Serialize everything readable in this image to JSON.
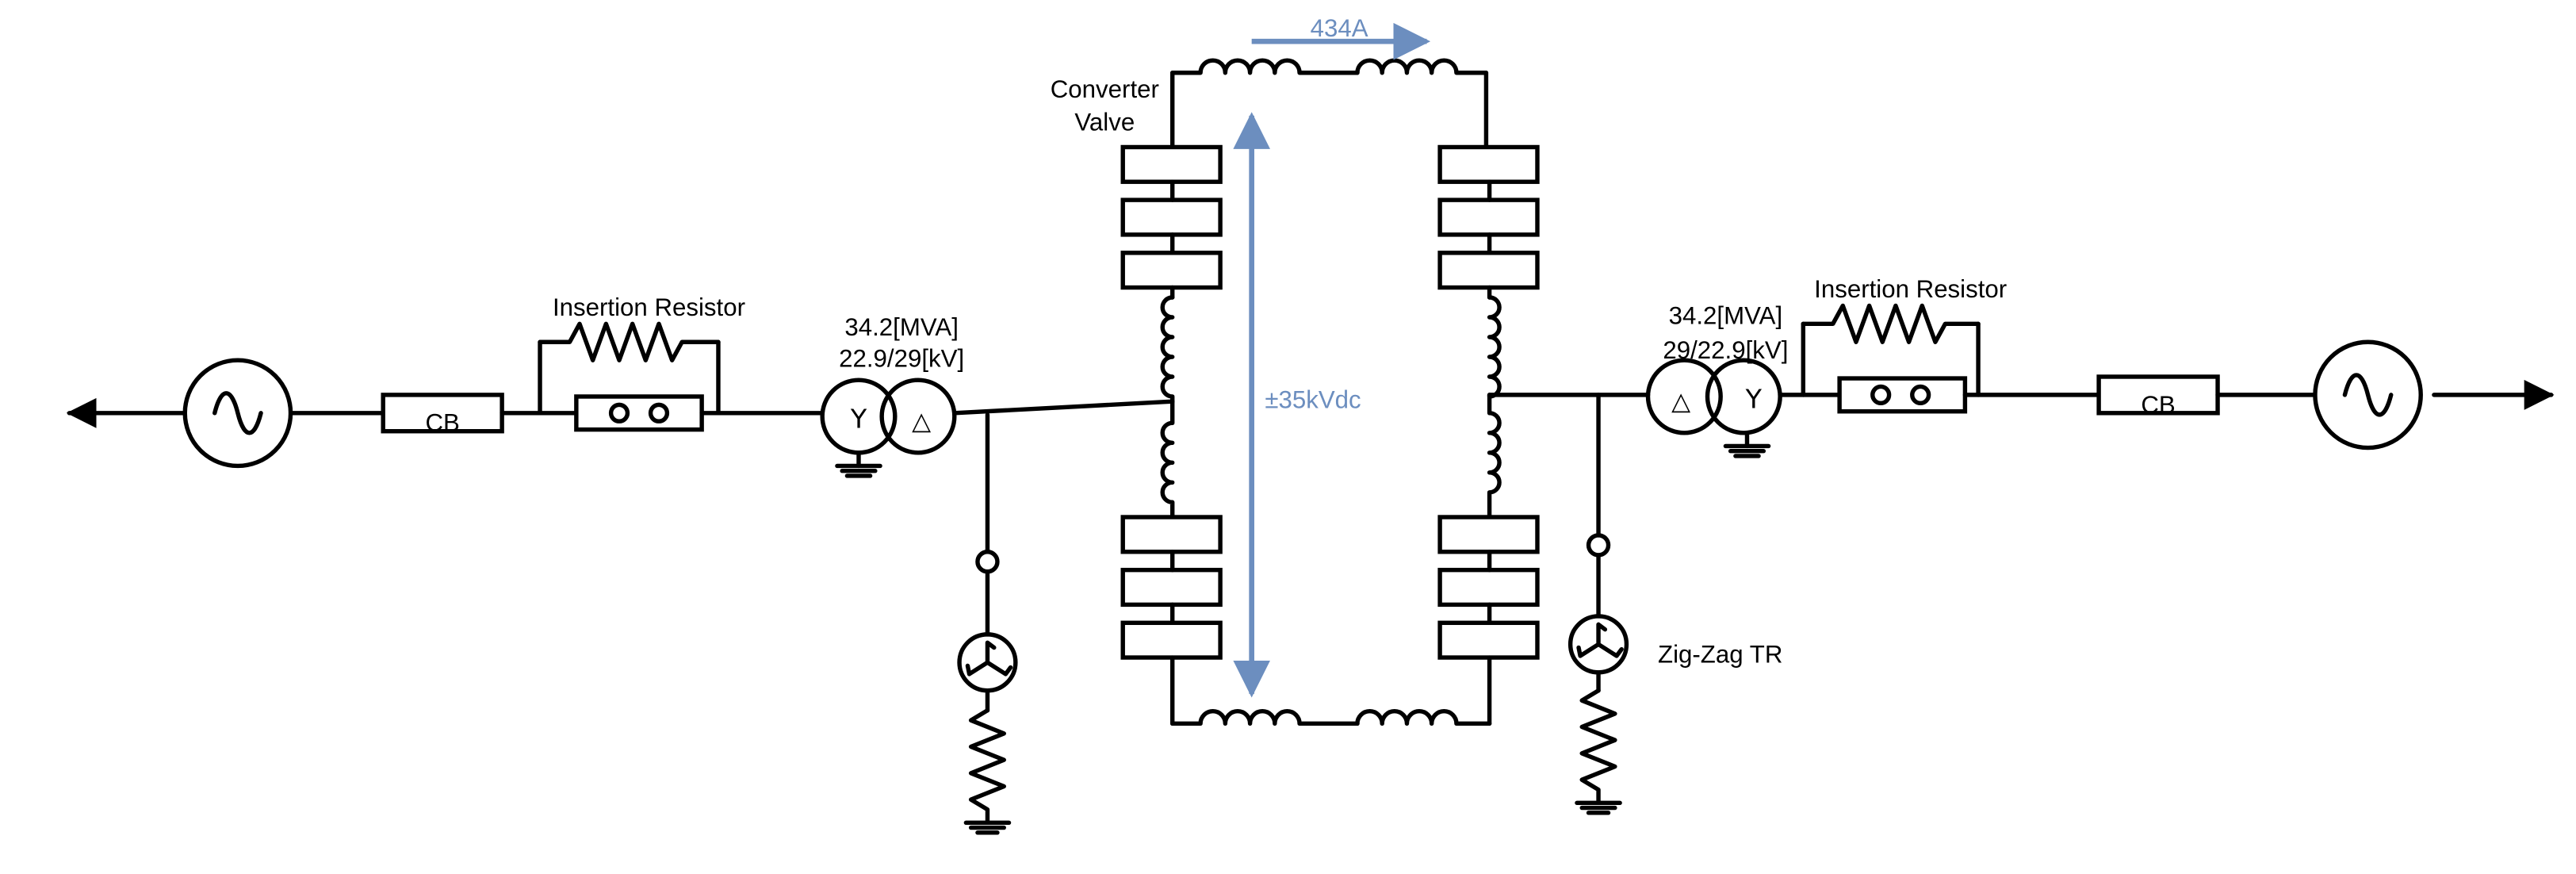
{
  "diagram": {
    "left": {
      "breaker_label": "CB",
      "resistor_label": "Insertion Resistor",
      "transformer_rating": "34.2[MVA]",
      "transformer_voltage": "22.9/29[kV]",
      "winding_primary": "Y",
      "winding_secondary": "△"
    },
    "right": {
      "breaker_label": "CB",
      "resistor_label": "Insertion Resistor",
      "transformer_rating": "34.2[MVA]",
      "transformer_voltage": "29/22.9[kV]",
      "winding_primary": "△",
      "winding_secondary": "Y",
      "zigzag_label": "Zig-Zag TR"
    },
    "converter": {
      "label_line1": "Converter",
      "label_line2": "Valve",
      "current": "434A",
      "voltage": "±35kVdc"
    },
    "colors": {
      "line": "#000000",
      "annotation": "#6c8ebf"
    }
  }
}
